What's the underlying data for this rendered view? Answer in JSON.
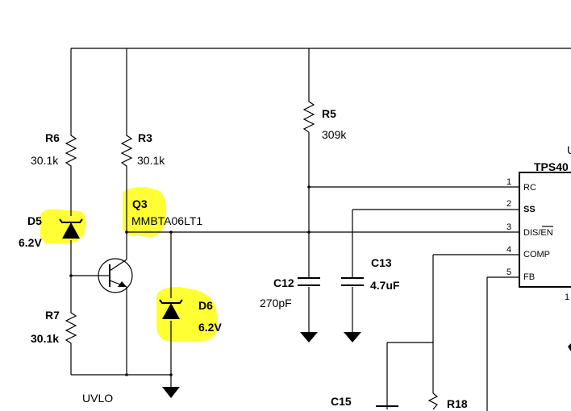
{
  "components": {
    "r6": {
      "ref": "R6",
      "value": "30.1k"
    },
    "r3": {
      "ref": "R3",
      "value": "30.1k"
    },
    "r5": {
      "ref": "R5",
      "value": "309k"
    },
    "r7": {
      "ref": "R7",
      "value": "30.1k"
    },
    "d5": {
      "ref": "D5",
      "value": "6.2V"
    },
    "d6": {
      "ref": "D6",
      "value": "6.2V"
    },
    "q3": {
      "ref": "Q3",
      "value": "MMBTA06LT1"
    },
    "c12": {
      "ref": "C12",
      "value": "270pF"
    },
    "c13": {
      "ref": "C13",
      "value": "4.7uF"
    },
    "c15": {
      "ref": "C15"
    },
    "r18": {
      "ref": "R18"
    }
  },
  "ic": {
    "name": "TPS40",
    "designator_fragment": "U",
    "bottom_fragment": "1",
    "pins": [
      {
        "num": "1",
        "name": "RC"
      },
      {
        "num": "2",
        "name": "SS"
      },
      {
        "num": "3",
        "name": "DIS/EN",
        "overline": "EN"
      },
      {
        "num": "4",
        "name": "COMP"
      },
      {
        "num": "5",
        "name": "FB"
      }
    ]
  },
  "net_labels": {
    "uvlo": "UVLO"
  },
  "highlight_color": "#ffff33"
}
